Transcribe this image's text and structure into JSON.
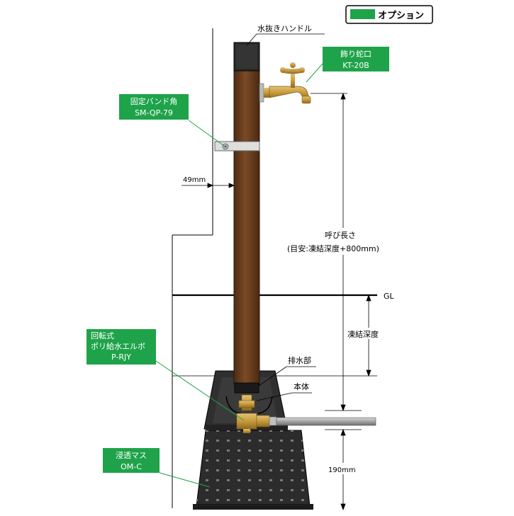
{
  "legend": {
    "label": "オプション",
    "swatch_color": "#1fa34a"
  },
  "labels": {
    "handle": "水抜きハンドル",
    "dim_49": "49mm",
    "call_length_1": "呼び長さ",
    "call_length_2": "(目安:凍結深度+800mm)",
    "gl": "GL",
    "freeze_depth": "凍結深度",
    "drain": "排水部",
    "body": "本体",
    "dim_190": "190mm"
  },
  "options": {
    "faucet": {
      "name": "飾り蛇口",
      "code": "KT-20B"
    },
    "band": {
      "name": "固定バンド角",
      "code": "SM-QP-79"
    },
    "elbow": {
      "line1": "回転式",
      "line2": "ポリ給水エルボ",
      "code": "P-RJY"
    },
    "mass": {
      "name": "浸透マス",
      "code": "OM-C"
    }
  },
  "colors": {
    "option_green": "#1fa34a",
    "post_brown": "#6b3f1f",
    "brass": "#c89a3a",
    "basin": "#2b2b2b"
  }
}
